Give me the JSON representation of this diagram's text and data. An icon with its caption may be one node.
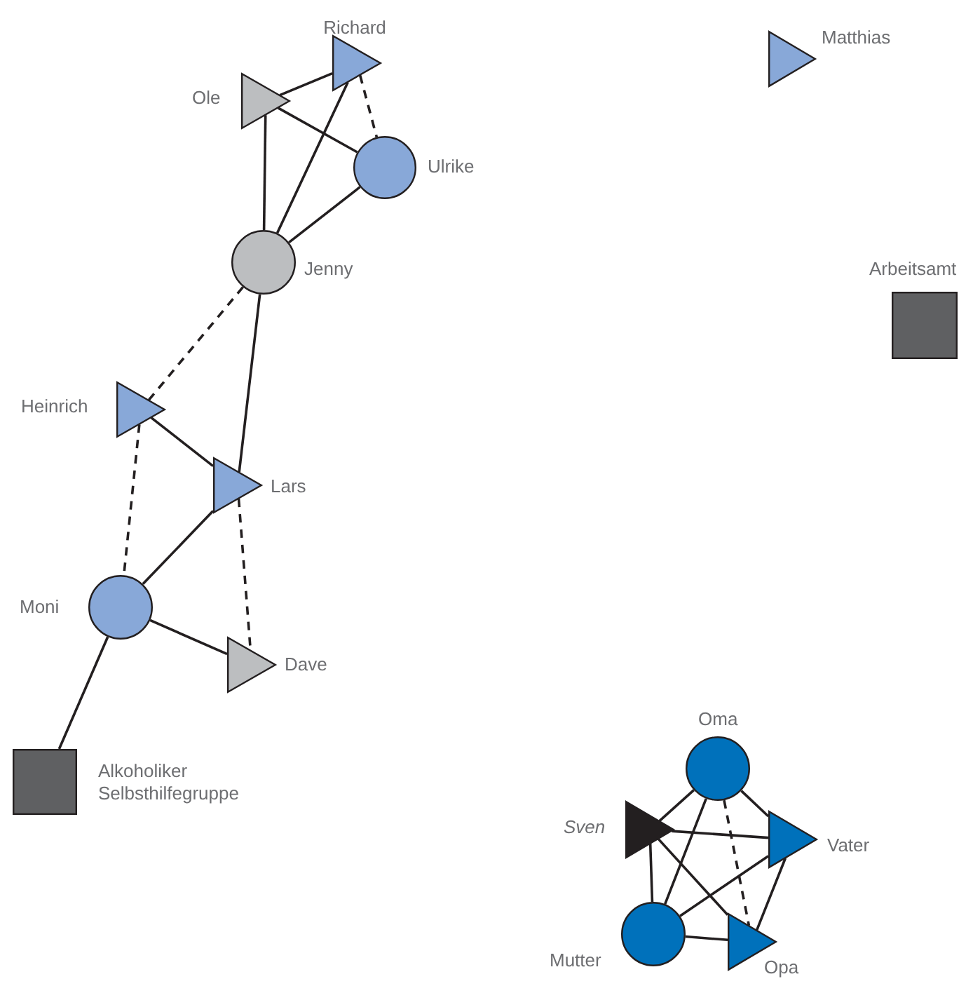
{
  "diagram": {
    "nodes": [
      {
        "text": [],
        "shape": "triangle",
        "beside": [
          "Richard"
        ]
      },
      {
        "text": [],
        "shape": "triangle",
        "beside": [
          "Matthias"
        ]
      },
      {
        "text": [],
        "shape": "triangle",
        "beside": [
          "Ole"
        ]
      },
      {
        "text": [],
        "shape": "circle",
        "beside": [
          "Ulrike"
        ]
      },
      {
        "text": [],
        "shape": "circle",
        "beside": [
          "Jenny"
        ]
      },
      {
        "text": [],
        "shape": "box",
        "beside": [
          "Arbeitsamt"
        ]
      },
      {
        "text": [],
        "shape": "triangle",
        "beside": [
          "Heinrich"
        ]
      },
      {
        "text": [],
        "shape": "triangle",
        "beside": [
          "Lars"
        ]
      },
      {
        "text": [],
        "shape": "circle",
        "beside": [
          "Moni"
        ]
      },
      {
        "text": [],
        "shape": "triangle",
        "beside": [
          "Dave"
        ]
      },
      {
        "text": [],
        "shape": "circle",
        "beside": [
          "Oma"
        ]
      },
      {
        "text": [],
        "shape": "box",
        "beside": [
          "Alkoholiker Selbsthilfegruppe"
        ]
      },
      {
        "text": [],
        "shape": "triangle",
        "beside": [
          "Sven"
        ]
      },
      {
        "text": [],
        "shape": "triangle",
        "beside": [
          "Vater"
        ]
      },
      {
        "text": [],
        "shape": "circle",
        "beside": [
          "Mutter"
        ]
      },
      {
        "text": [],
        "shape": "triangle",
        "beside": [
          "Opa"
        ]
      }
    ],
    "edges": [
      {
        "from": 2,
        "to": 0,
        "arrow": "none"
      },
      {
        "from": 0,
        "to": 3,
        "arrow": "none",
        "style": "dashed"
      },
      {
        "from": 2,
        "to": 3,
        "arrow": "none"
      },
      {
        "from": 2,
        "to": 4,
        "arrow": "none"
      },
      {
        "from": 0,
        "to": 4,
        "arrow": "none"
      },
      {
        "from": 3,
        "to": 4,
        "arrow": "none"
      },
      {
        "from": 4,
        "to": 6,
        "arrow": "none",
        "style": "dashed"
      },
      {
        "from": 4,
        "to": 7,
        "arrow": "none"
      },
      {
        "from": 6,
        "to": 7,
        "arrow": "none"
      },
      {
        "from": 6,
        "to": 8,
        "arrow": "none",
        "style": "dashed"
      },
      {
        "from": 7,
        "to": 8,
        "arrow": "none"
      },
      {
        "from": 7,
        "to": 9,
        "arrow": "none",
        "style": "dashed"
      },
      {
        "from": 8,
        "to": 9,
        "arrow": "none"
      },
      {
        "from": 8,
        "to": 11,
        "arrow": "none"
      },
      {
        "from": 10,
        "to": 12,
        "arrow": "none"
      },
      {
        "from": 10,
        "to": 13,
        "arrow": "none"
      },
      {
        "from": 10,
        "to": 14,
        "arrow": "none"
      },
      {
        "from": 10,
        "to": 15,
        "arrow": "none",
        "style": "dashed"
      },
      {
        "from": 12,
        "to": 13,
        "arrow": "none"
      },
      {
        "from": 12,
        "to": 14,
        "arrow": "none"
      },
      {
        "from": 12,
        "to": 15,
        "arrow": "none"
      },
      {
        "from": 14,
        "to": 13,
        "arrow": "none"
      },
      {
        "from": 14,
        "to": 15,
        "arrow": "none"
      },
      {
        "from": 13,
        "to": 15,
        "arrow": "none"
      }
    ]
  }
}
